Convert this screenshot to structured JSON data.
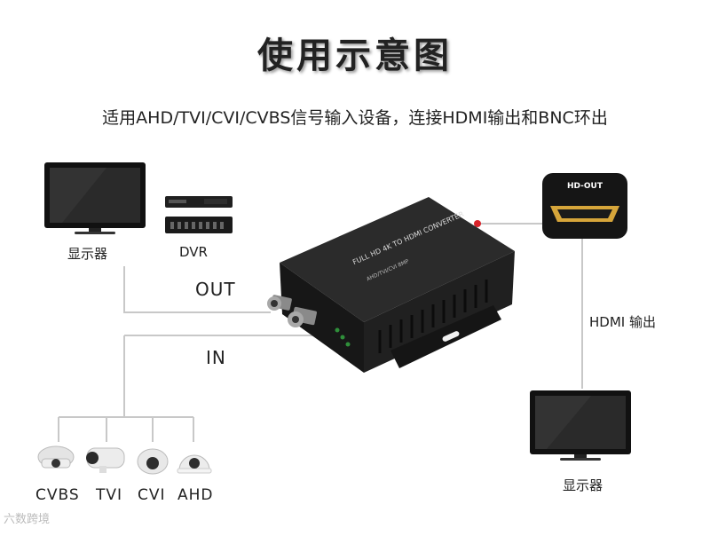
{
  "title": "使用示意图",
  "subtitle": "适用AHD/TVI/CVI/CVBS信号输入设备，连接HDMI输出和BNC环出",
  "monitor_left_label": "显示器",
  "dvr_label": "DVR",
  "out_label": "OUT",
  "in_label": "IN",
  "hdmi_out_label": "HDMI 输出",
  "monitor_right_label": "显示器",
  "hd_out_badge": "HD-OUT",
  "device_text_main": "FULL HD 4K TO HDMI CONVERTER",
  "device_text_sub": "AHD/TVI/CVI 8MP",
  "cameras": [
    "CVBS",
    "TVI",
    "CVI",
    "AHD"
  ],
  "watermark": "六数跨境",
  "colors": {
    "line": "#c8c8c8",
    "device": "#1e1e1e",
    "hdmi_gold": "#d6a53a",
    "dot": "#d8232a"
  }
}
